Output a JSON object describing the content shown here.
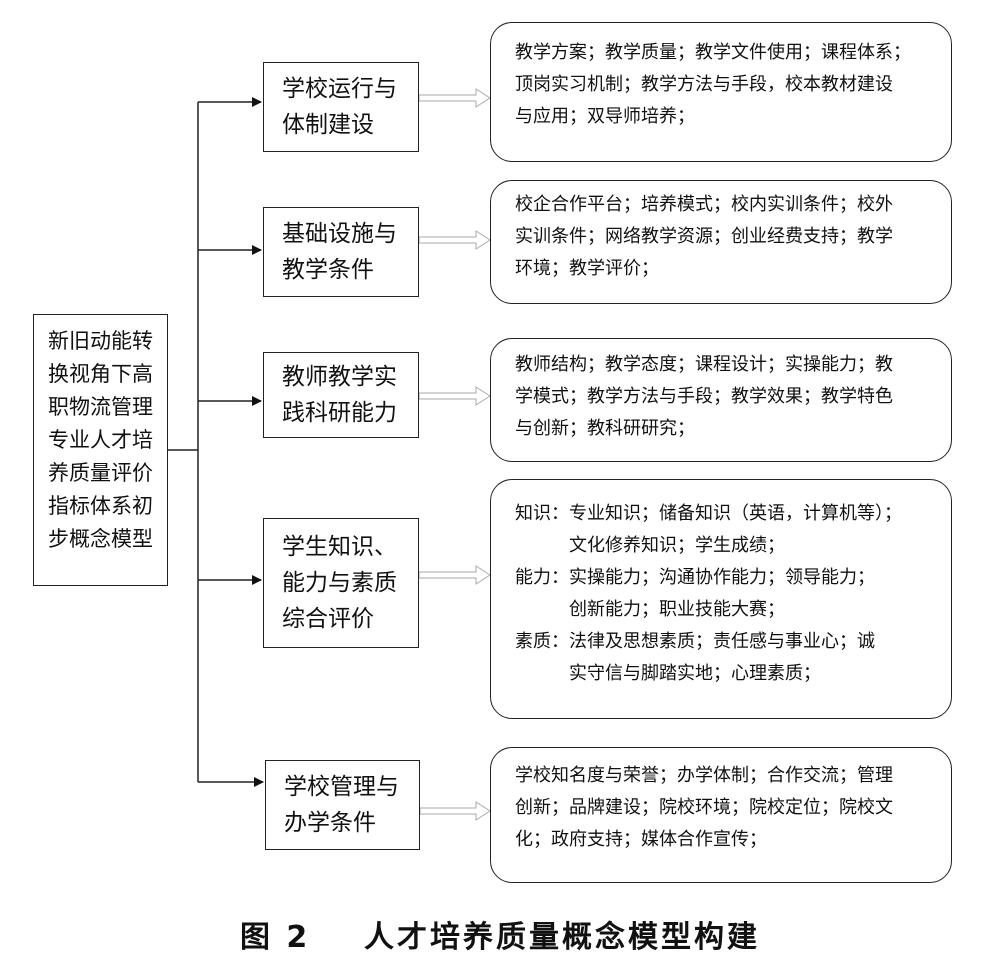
{
  "root": {
    "lines": [
      "新旧动能转",
      "换视角下高",
      "职物流管理",
      "专业人才培",
      "养质量评价",
      "指标体系初",
      "步概念模型"
    ]
  },
  "branches": [
    {
      "label": [
        "学校运行与",
        "体制建设"
      ],
      "detail": [
        "教学方案；教学质量；教学文件使用；课程体系；",
        "顶岗实习机制；教学方法与手段，校本教材建设",
        "与应用；双导师培养；"
      ]
    },
    {
      "label": [
        "基础设施与",
        "教学条件"
      ],
      "detail": [
        "校企合作平台；培养模式；校内实训条件；校外",
        "实训条件；网络教学资源；创业经费支持；教学",
        "环境；教学评价；"
      ]
    },
    {
      "label": [
        "教师教学实",
        "践科研能力"
      ],
      "detail": [
        "教师结构；教学态度；课程设计；实操能力；教",
        "学模式；教学方法与手段；教学效果；教学特色",
        "与创新；教科研研究；"
      ]
    },
    {
      "label": [
        "学生知识、",
        "能力与素质",
        "综合评价"
      ],
      "groups": [
        {
          "key": "知识：",
          "lines": [
            "专业知识；储备知识（英语，计算机等）；",
            "文化修养知识；学生成绩；"
          ]
        },
        {
          "key": "能力：",
          "lines": [
            "实操能力；沟通协作能力；领导能力；",
            "创新能力；职业技能大赛；"
          ]
        },
        {
          "key": "素质：",
          "lines": [
            "法律及思想素质；责任感与事业心；诚",
            "实守信与脚踏实地；心理素质；"
          ]
        }
      ]
    },
    {
      "label": [
        "学校管理与",
        "办学条件"
      ],
      "detail": [
        "学校知名度与荣誉；办学体制；合作交流；管理",
        "创新；品牌建设；院校环境；院校定位；院校文",
        "化；政府支持；媒体合作宣传；"
      ]
    }
  ],
  "caption": {
    "fig": "图 2",
    "title": "人才培养质量概念模型构建"
  }
}
